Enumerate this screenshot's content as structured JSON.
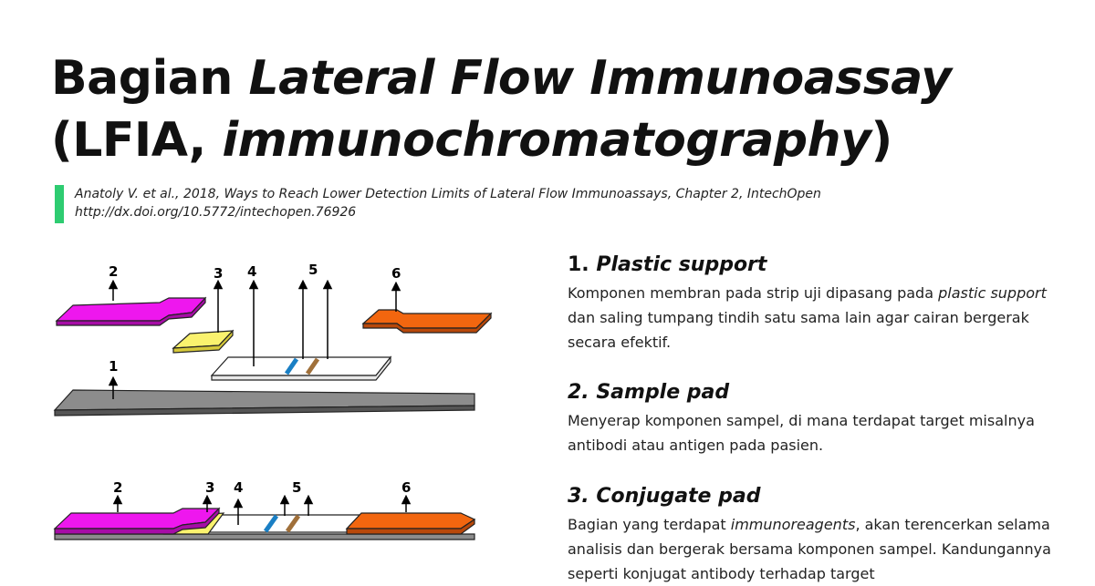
{
  "title": {
    "line1_plain": "Bagian ",
    "line1_italic": "Lateral Flow Immunoassay",
    "line2_open": "(LFIA, ",
    "line2_italic": "immunochromatography",
    "line2_close": ")"
  },
  "citation": {
    "line1": "Anatoly V. et al., 2018, Ways to Reach Lower Detection Limits of Lateral Flow Immunoassays, Chapter 2, IntechOpen",
    "line2": "http://dx.doi.org/10.5772/intechopen.76926",
    "bar_color": "#2ecc71"
  },
  "diagram": {
    "exploded_labels": [
      "1",
      "2",
      "3",
      "4",
      "5",
      "6"
    ],
    "assembled_labels": [
      "2",
      "3",
      "4",
      "5",
      "6"
    ],
    "colors": {
      "plastic_support": "#8c8c8c",
      "sample_pad": "#ee17ee",
      "conjugate_pad": "#faf26e",
      "membrane": "#ffffff",
      "test_line": "#1a7fc4",
      "control_line": "#a0703a",
      "absorbent_pad": "#f2660f"
    }
  },
  "sections": [
    {
      "number": "1. ",
      "heading": "Plastic support",
      "text_a": "Komponen membran pada strip uji dipasang pada ",
      "text_b": "plastic support",
      "text_c": " dan saling tumpang tindih satu sama lain agar cairan bergerak secara efektif."
    },
    {
      "heading": "2. Sample pad",
      "text": "Menyerap komponen sampel, di mana terdapat target misalnya antibodi atau antigen pada pasien."
    },
    {
      "heading": "3. Conjugate pad",
      "text_a": "Bagian yang terdapat ",
      "text_b": "immunoreagents",
      "text_c": ", akan terencerkan selama analisis dan bergerak bersama komponen sampel. Kandungannya seperti konjugat antibody terhadap target"
    }
  ]
}
